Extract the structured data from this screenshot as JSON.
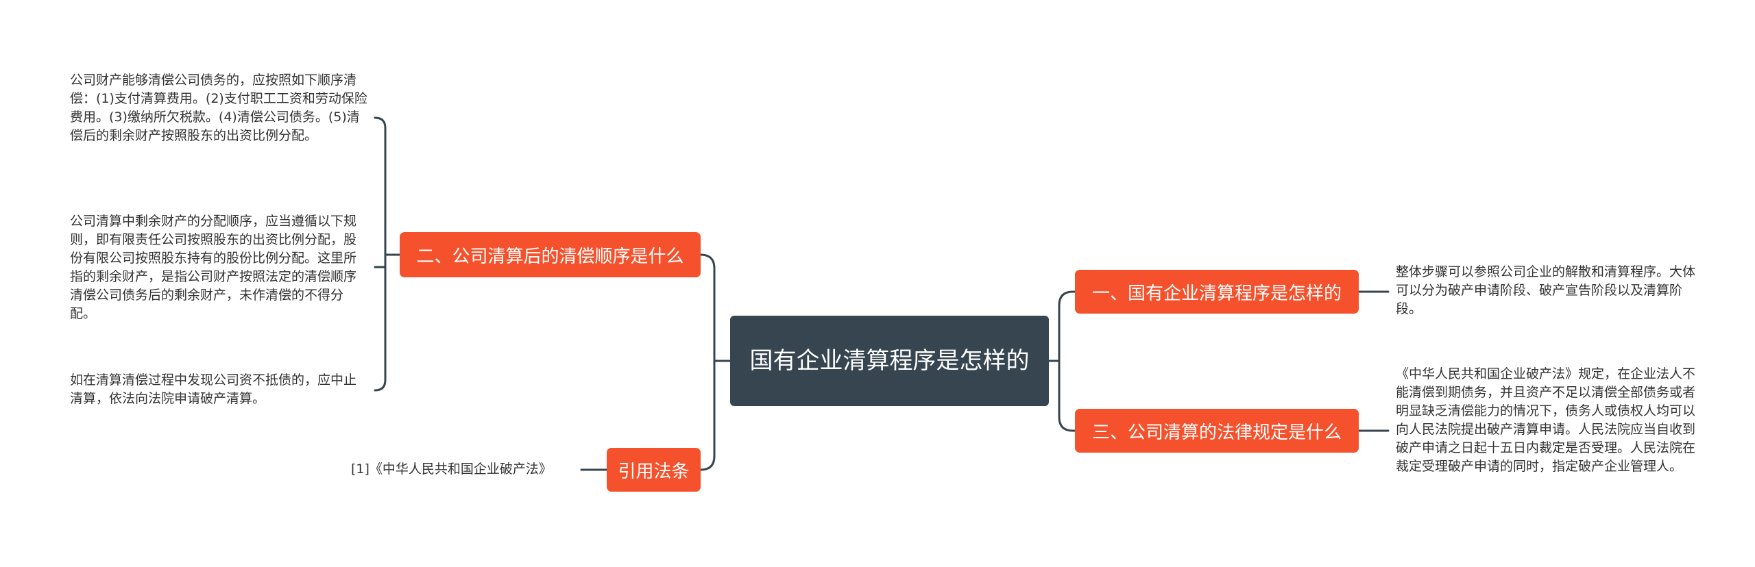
{
  "colors": {
    "center_bg": "#36454f",
    "branch_bg": "#f4512c",
    "line": "#36454f",
    "text": "#333333"
  },
  "center": {
    "title": "国有企业清算程序是怎样的"
  },
  "branches": {
    "b1": {
      "label": "一、国有企业清算程序是怎样的",
      "leaves": [
        "整体步骤可以参照公司企业的解散和清算程序。大体可以分为破产申请阶段、破产宣告阶段以及清算阶段。"
      ]
    },
    "b2": {
      "label": "二、公司清算后的清偿顺序是什么",
      "leaves": [
        "公司财产能够清偿公司债务的，应按照如下顺序清偿：(1)支付清算费用。(2)支付职工工资和劳动保险费用。(3)缴纳所欠税款。(4)清偿公司债务。(5)清偿后的剩余财产按照股东的出资比例分配。",
        "公司清算中剩余财产的分配顺序，应当遵循以下规则，即有限责任公司按照股东的出资比例分配，股份有限公司按照股东持有的股份比例分配。这里所指的剩余财产，是指公司财产按照法定的清偿顺序清偿公司债务后的剩余财产，未作清偿的不得分配。",
        "如在清算清偿过程中发现公司资不抵债的，应中止清算，依法向法院申请破产清算。"
      ]
    },
    "b3": {
      "label": "三、公司清算的法律规定是什么",
      "leaves": [
        "《中华人民共和国企业破产法》规定，在企业法人不能清偿到期债务，并且资产不足以清偿全部债务或者明显缺乏清偿能力的情况下，债务人或债权人均可以向人民法院提出破产清算申请。人民法院应当自收到破产申请之日起十五日内裁定是否受理。人民法院在裁定受理破产申请的同时，指定破产企业管理人。"
      ]
    },
    "b4": {
      "label": "引用法条",
      "leaves": [
        "[1]《中华人民共和国企业破产法》"
      ]
    }
  }
}
